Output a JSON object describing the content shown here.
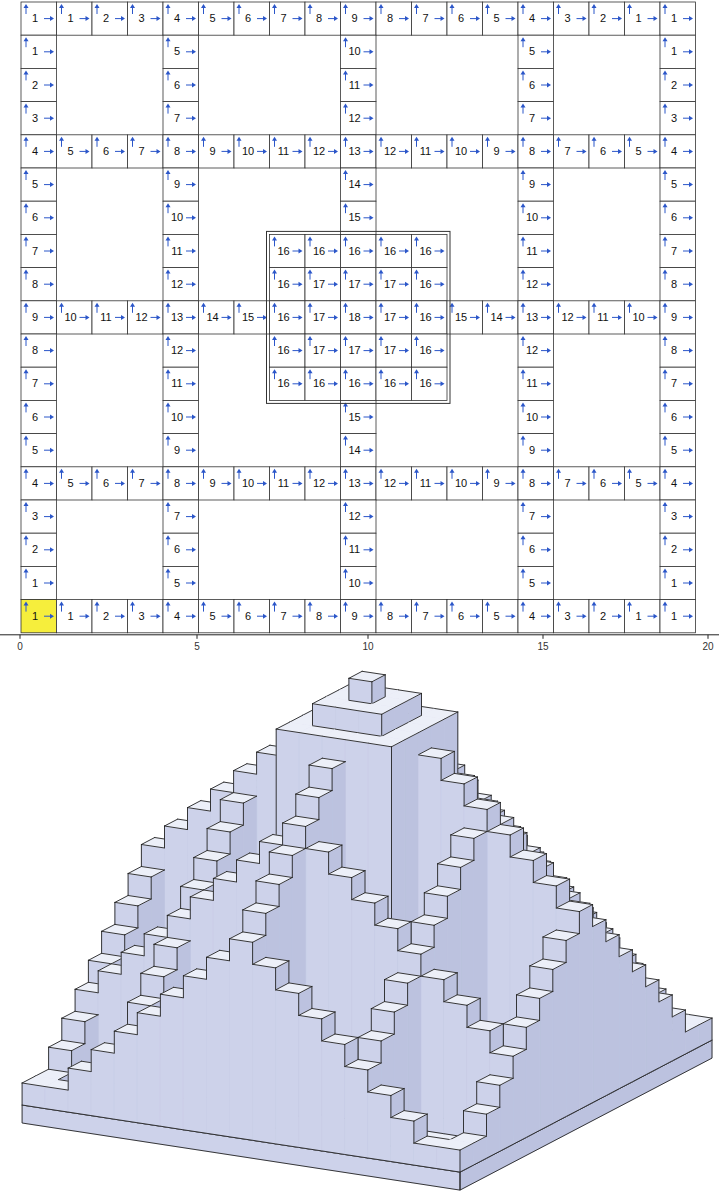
{
  "diagram": {
    "labels": [
      "1",
      "1",
      "2",
      "3",
      "4",
      "5",
      "6",
      "7",
      "8",
      "9",
      "8",
      "7",
      "6",
      "5",
      "4",
      "3",
      "2",
      "1",
      "1",
      "1",
      "5",
      "10",
      "5",
      "1",
      "2",
      "6",
      "11",
      "6",
      "2",
      "3",
      "7",
      "12",
      "7",
      "3",
      "4",
      "5",
      "6",
      "7",
      "8",
      "9",
      "10",
      "11",
      "12",
      "13",
      "12",
      "11",
      "10",
      "9",
      "8",
      "7",
      "6",
      "5",
      "4",
      "5",
      "9",
      "14",
      "9",
      "5",
      "6",
      "10",
      "15",
      "10",
      "6",
      "7",
      "11",
      "16",
      "16",
      "16",
      "16",
      "16",
      "11",
      "7",
      "8",
      "12",
      "16",
      "17",
      "17",
      "17",
      "16",
      "12",
      "8",
      "9",
      "10",
      "11",
      "12",
      "13",
      "14",
      "15",
      "16",
      "17",
      "18",
      "17",
      "16",
      "15",
      "14",
      "13",
      "12",
      "11",
      "10",
      "9",
      "8",
      "12",
      "16",
      "17",
      "17",
      "17",
      "16",
      "12",
      "8",
      "7",
      "11",
      "16",
      "16",
      "16",
      "16",
      "16",
      "11",
      "7",
      "6",
      "10",
      "15",
      "10",
      "6",
      "5",
      "9",
      "14",
      "9",
      "5",
      "4",
      "5",
      "6",
      "7",
      "8",
      "9",
      "10",
      "11",
      "12",
      "13",
      "12",
      "11",
      "10",
      "9",
      "8",
      "7",
      "6",
      "5",
      "4",
      "3",
      "7",
      "12",
      "7",
      "3",
      "2",
      "6",
      "11",
      "6",
      "2",
      "1",
      "5",
      "10",
      "5",
      "1",
      "1",
      "1",
      "2",
      "3",
      "4",
      "5",
      "6",
      "7",
      "8",
      "9",
      "8",
      "7",
      "6",
      "5",
      "4",
      "3",
      "2",
      "1",
      "1",
      "0",
      "5",
      "10",
      "15",
      "20"
    ]
  }
}
